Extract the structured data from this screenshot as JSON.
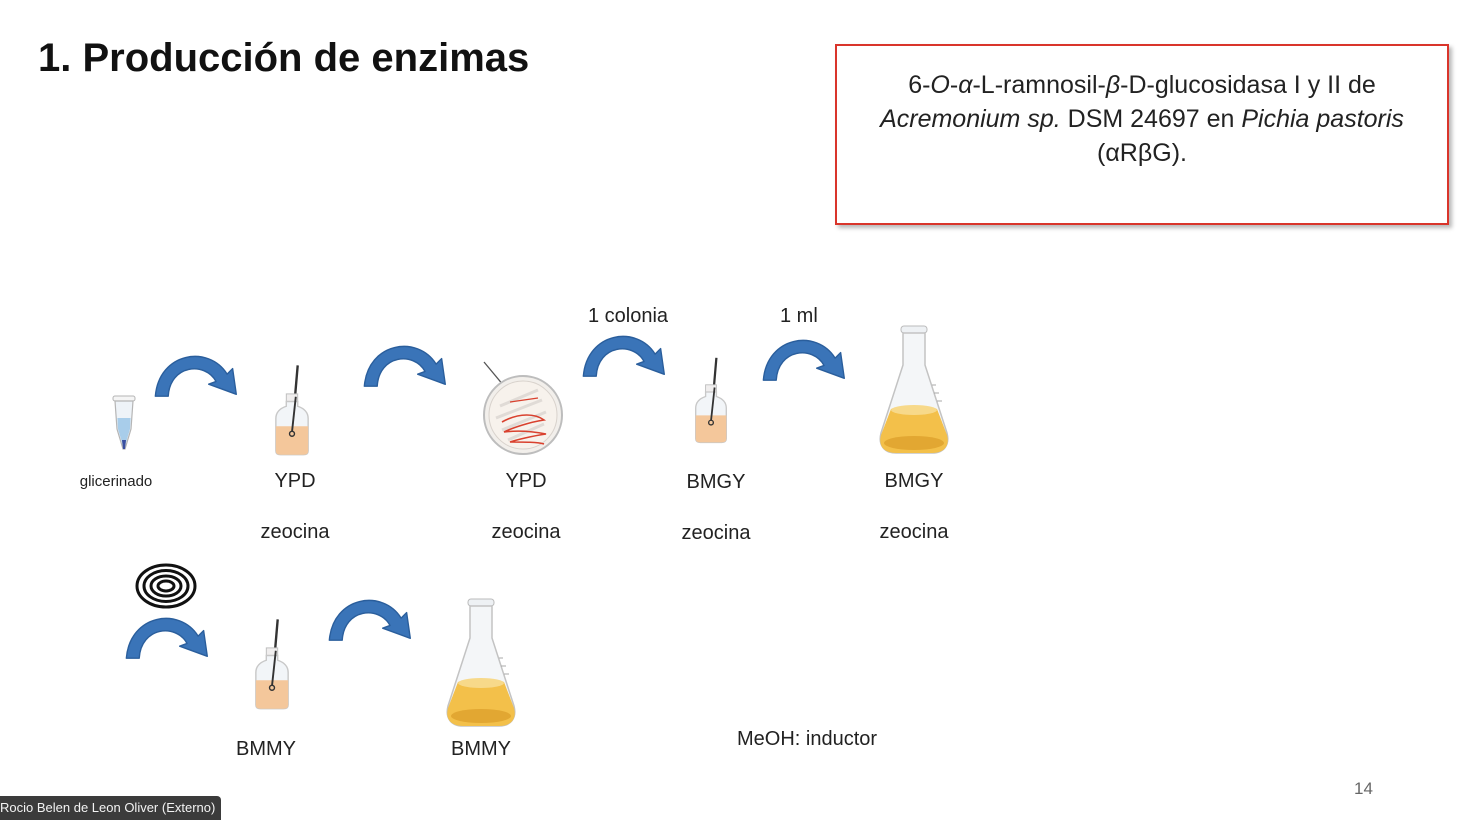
{
  "slide": {
    "title": "1. Producción de enzimas",
    "page_number": "14"
  },
  "info_box": {
    "t1": "6-",
    "t2": "O",
    "t3": "-",
    "t4": "α",
    "t5": "-L-ramnosil-",
    "t6": "β",
    "t7": "-D-glucosidasa I y II de",
    "t8": "Acremonium sp.",
    "t9": " DSM 24697 en ",
    "t10": "Pichia pastoris",
    "t11": "(αRβG)."
  },
  "step_labels": {
    "colony": "1 colonia",
    "volume": "1 ml"
  },
  "row1": {
    "glycerol": "glicerinado",
    "tube1_media": "YPD",
    "tube1_agent": "zeocina",
    "plate_media": "YPD",
    "plate_agent": "zeocina",
    "tube2_media": "BMGY",
    "tube2_agent": "zeocina",
    "flask1_media": "BMGY",
    "flask1_agent": "zeocina"
  },
  "row2": {
    "tube3_media": "BMMY",
    "flask2_media": "BMMY",
    "inducer_note": "MeOH: inductor"
  },
  "presenter": {
    "name": "Rocio Belen de Leon Oliver (Externo)"
  },
  "colors": {
    "arrow_blue": "#3a74b8",
    "box_border": "#d9352b",
    "culture_amber": "#f3c04a",
    "tube_peach": "#f4c79b",
    "streak_red": "#d9412e"
  },
  "icons": [
    "curved-arrow-icon",
    "eppendorf-tube-icon",
    "culture-tube-icon",
    "petri-dish-icon",
    "erlenmeyer-flask-icon",
    "shaker-spiral-icon"
  ]
}
